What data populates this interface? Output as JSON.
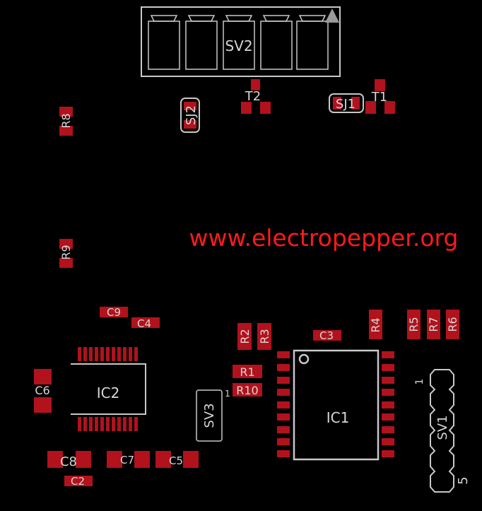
{
  "website": "www.electropepper.org",
  "colors": {
    "background": "#000000",
    "copper": "#b1121c",
    "silkscreen": "#c8c8c8",
    "watermark": "#ff1a1a"
  },
  "components": {
    "SV2": "SV2",
    "T1": "T1",
    "T2": "T2",
    "SJ1": "SJ1",
    "SJ2": "SJ2",
    "R1": "R1",
    "R2": "R2",
    "R3": "R3",
    "R4": "R4",
    "R5": "R5",
    "R6": "R6",
    "R7": "R7",
    "R8": "R8",
    "R9": "R9",
    "R10": "R10",
    "C2": "C2",
    "C3": "C3",
    "C4": "C4",
    "C5": "C5",
    "C6": "C6",
    "C7": "C7",
    "C8": "C8",
    "C9": "C9",
    "IC1": "IC1",
    "IC2": "IC2",
    "SV1": "SV1",
    "SV3": "SV3"
  },
  "pin_marks": {
    "sv1_pin1": "1",
    "sv1_pin5": "5",
    "sv3_pin1": "1"
  }
}
